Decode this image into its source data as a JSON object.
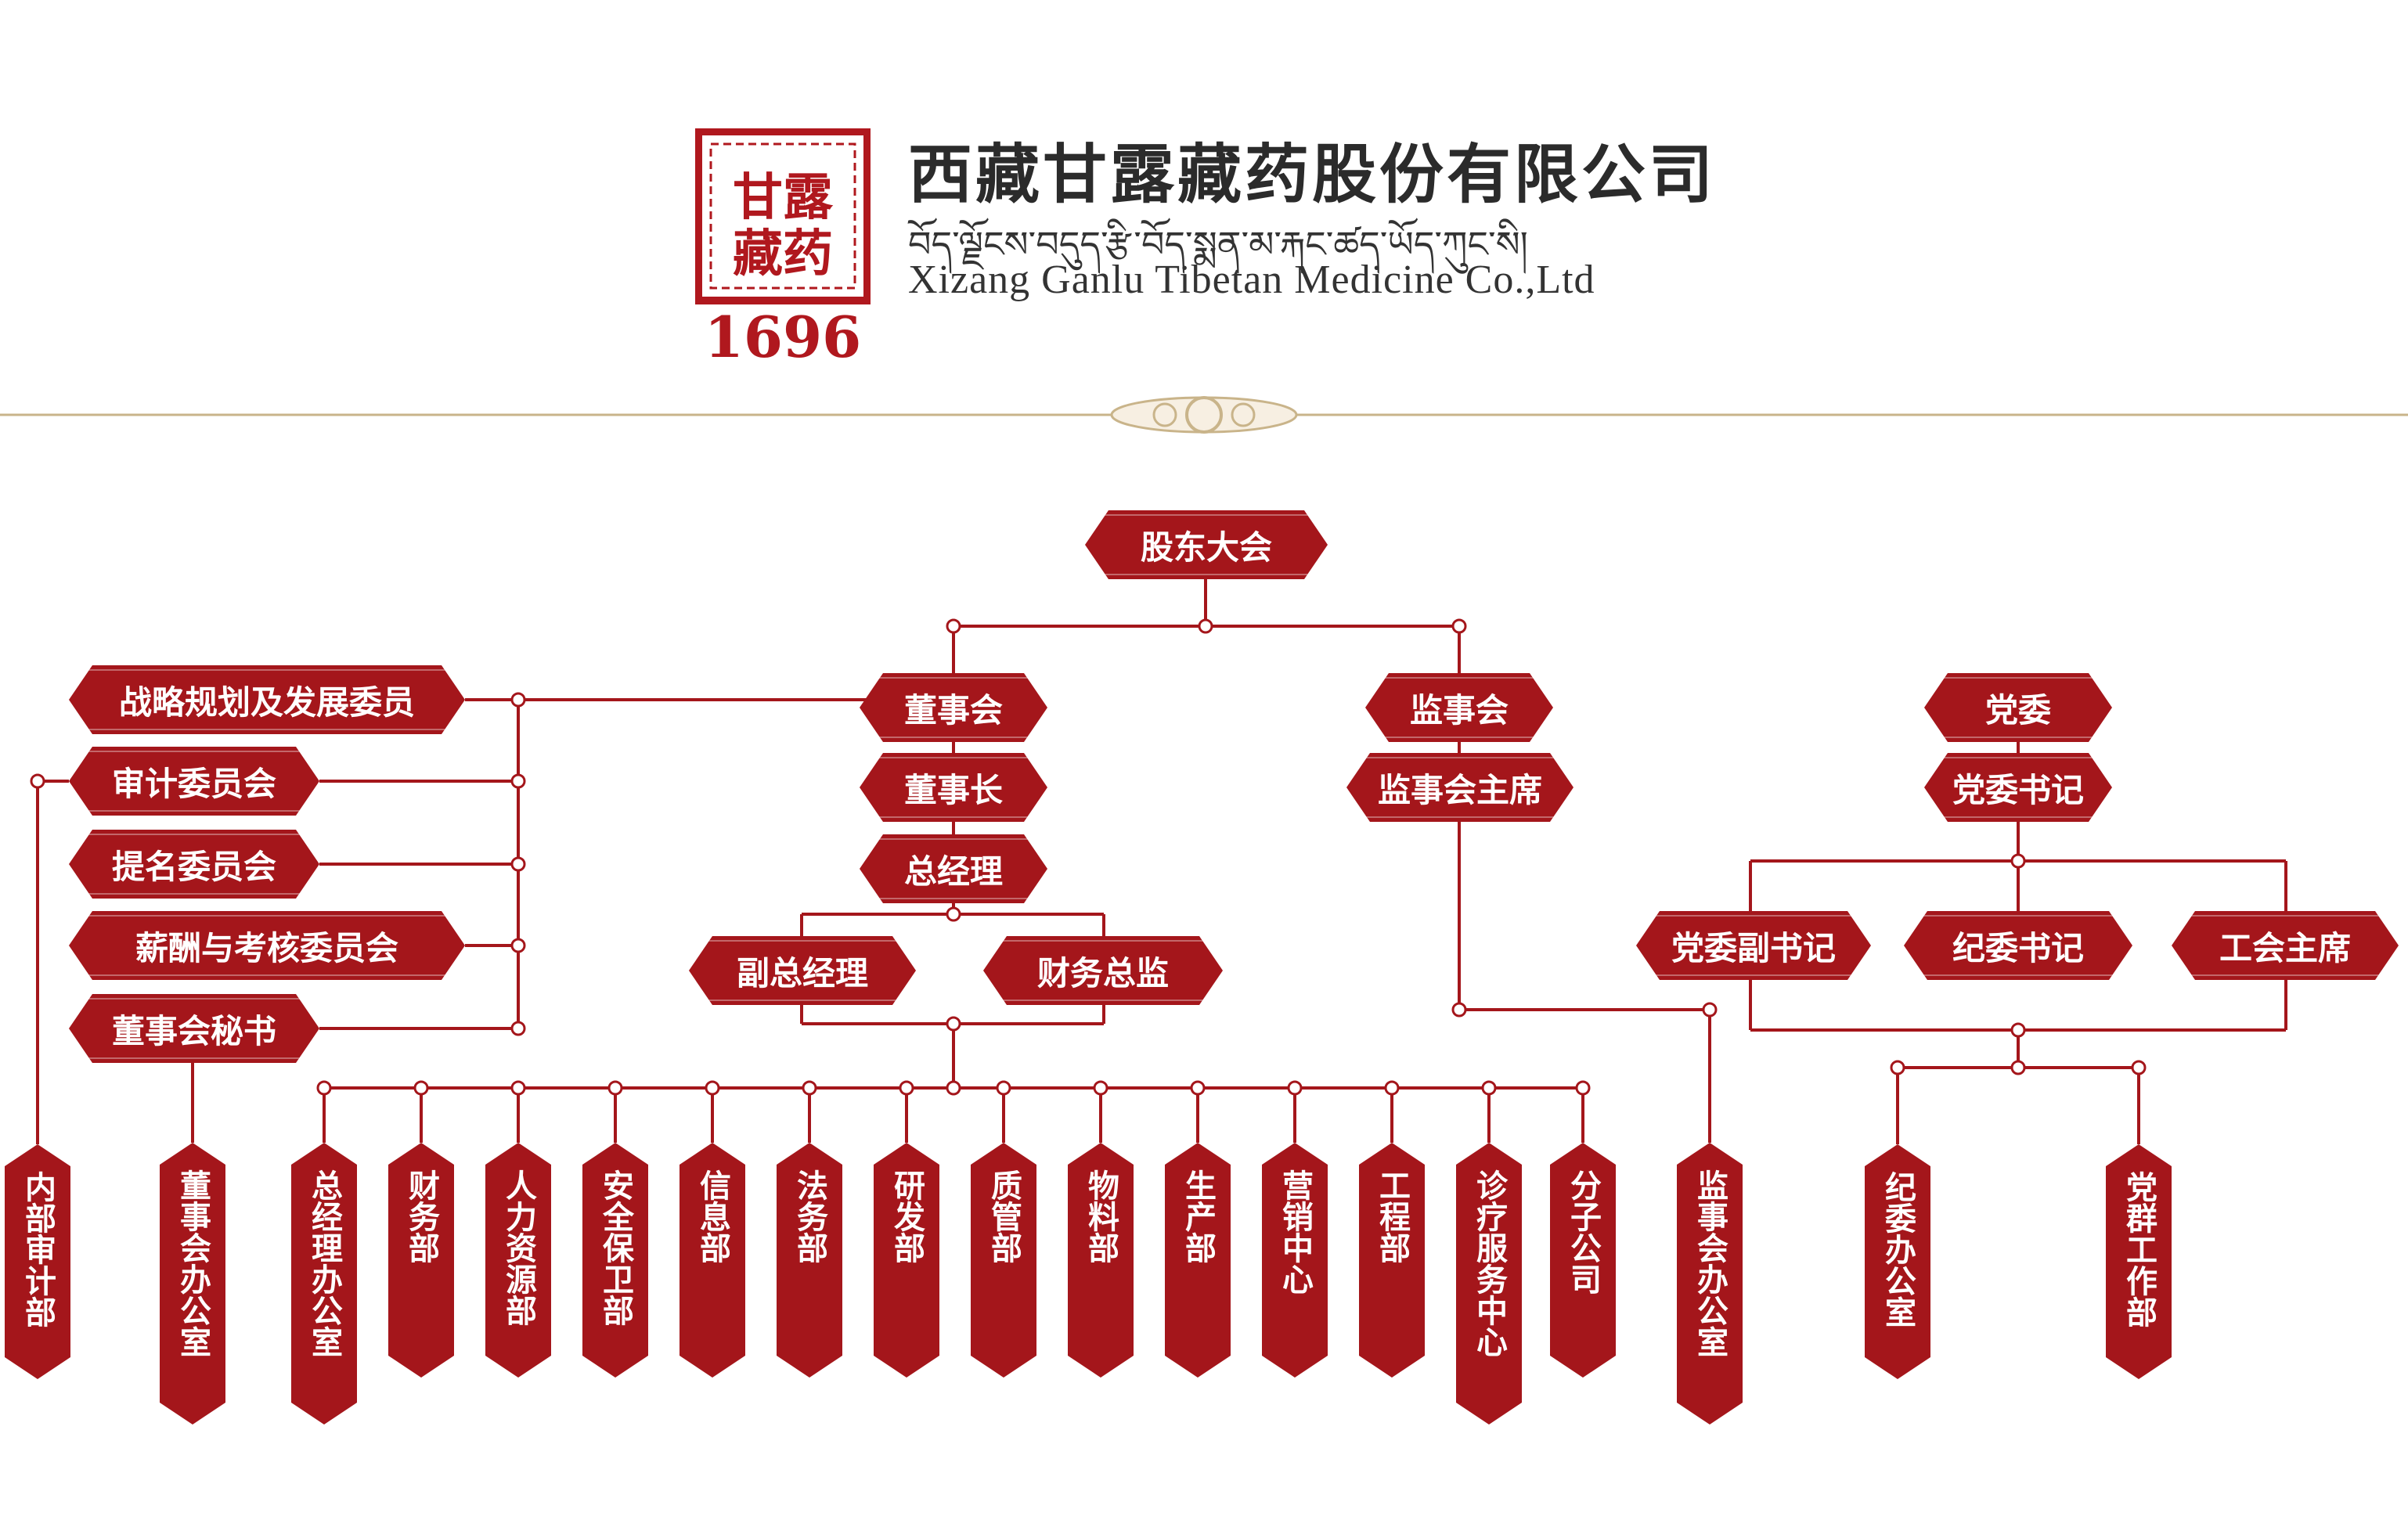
{
  "header": {
    "logo": {
      "seal_text": "甘露藏药",
      "year": "1696",
      "color": "#b0181e"
    },
    "company_cn": "西藏甘露藏药股份有限公司",
    "company_bo": "བོད་ལྗོངས་བདུད་རྩི་བོད་སྨན་མ་རྐང་ཚད་ཡོད་ཀུང་སི།",
    "company_en": "Xizang Ganlu Tibetan Medicine Co.,Ltd"
  },
  "colors": {
    "node": "#a4161b",
    "line": "#a4161b",
    "divider": "#c9b48a"
  },
  "nodes": {
    "shareholders": "股东大会",
    "board": "董事会",
    "chairman": "董事长",
    "gm": "总经理",
    "deputy_gm": "副总经理",
    "cfo": "财务总监",
    "supervisors": "监事会",
    "supervisor_chair": "监事会主席",
    "party_committee": "党委",
    "party_secretary": "党委书记",
    "party_deputy_secretary": "党委副书记",
    "discipline_secretary": "纪委书记",
    "union_chair": "工会主席",
    "strategy_committee": "战略规划及发展委员",
    "audit_committee": "审计委员会",
    "nomination_committee": "提名委员会",
    "remuneration_committee": "薪酬与考核委员会",
    "board_secretary": "董事会秘书",
    "internal_audit": "内部审计部",
    "board_office": "董事会办公室",
    "departments": [
      "总经理办公室",
      "财务部",
      "人力资源部",
      "安全保卫部",
      "信息部",
      "法务部",
      "研发部",
      "质管部",
      "物料部",
      "生产部",
      "营销中心",
      "工程部",
      "诊疗服务中心",
      "分子公司"
    ],
    "supervisors_office": "监事会办公室",
    "discipline_office": "纪委办公室",
    "party_affairs": "党群工作部"
  }
}
